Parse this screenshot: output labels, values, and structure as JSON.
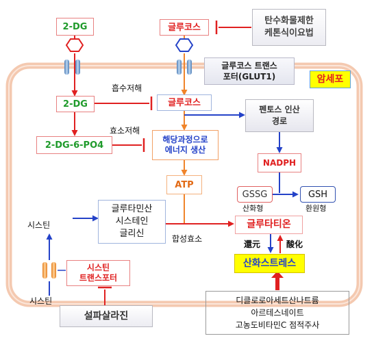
{
  "labels": {
    "dg": "2-DG",
    "glucose_outside": "글루코스",
    "diet": "탄수화물제한\n케톤식이요법",
    "glut_label": "글루코스 트랜스\n포터(GLUT1)",
    "cancer_cell": "암세포",
    "dg_inside": "2-DG",
    "absorption_inhibit": "흡수저해",
    "glucose_inside": "글루코스",
    "pentose": "펜토스 인산\n경로",
    "enzyme_inhibit": "효소저해",
    "dg6po4": "2-DG-6-PO4",
    "glycolysis": "해당과정으로\n에너지 생산",
    "nadph": "NADPH",
    "atp": "ATP",
    "gssg": "GSSG",
    "gsh": "GSH",
    "oxidized": "산화형",
    "reduced": "환원형",
    "cystine_top": "시스틴",
    "amino_acids": "글루타민산\n시스테인\n글리신",
    "synthase": "합성효소",
    "glutathione": "글루타티온",
    "reduction": "還元",
    "oxidation": "酸化",
    "oxidative_stress": "산화스트레스",
    "cystine_transporter": "시스틴\n트랜스포터",
    "cystine_bottom": "시스틴",
    "sulfasalazine": "설파살라진",
    "drugs": "디클로로아세트산나트륨\n아르테스네이트\n고농도비타민C 점적주사"
  },
  "colors": {
    "red": "#e02020",
    "blue": "#2442c8",
    "orange": "#f0842a",
    "green": "#1e9a2a",
    "membrane": "#f4c9b0",
    "transporter_blue": "#6f9fcf",
    "transporter_orange": "#f09a40",
    "highlight_yellow": "#ffff00"
  }
}
